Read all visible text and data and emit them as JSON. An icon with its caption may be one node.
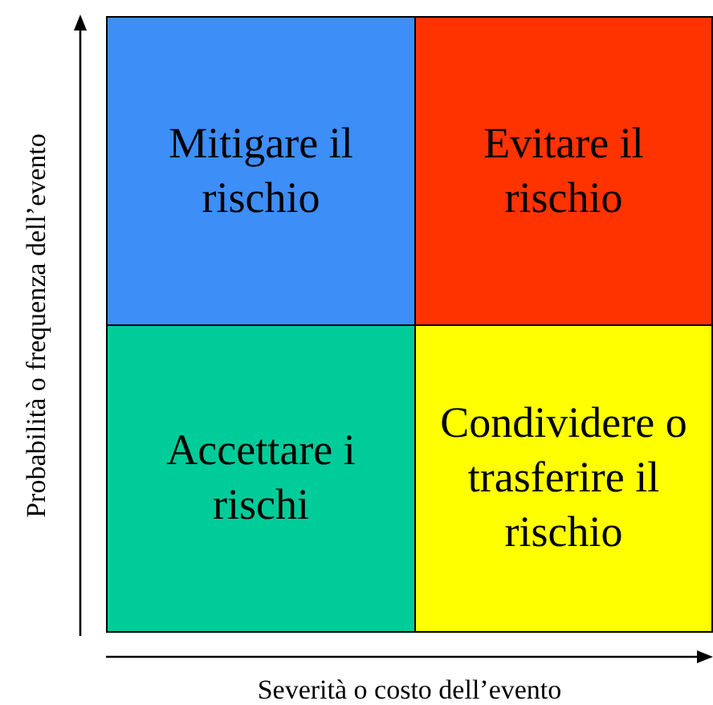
{
  "diagram": {
    "nodes": [
      {
        "text": [
          "Mitigare il rischio"
        ]
      },
      {
        "text": [
          "Evitare il rischio"
        ]
      },
      {
        "text": [
          "Accettare i rischi"
        ]
      },
      {
        "text": [
          "Condividere o trasferire il rischio"
        ]
      }
    ],
    "labels": [
      "Probabilità o frequenza dell’evento",
      "Severità o costo dell’evento"
    ]
  }
}
